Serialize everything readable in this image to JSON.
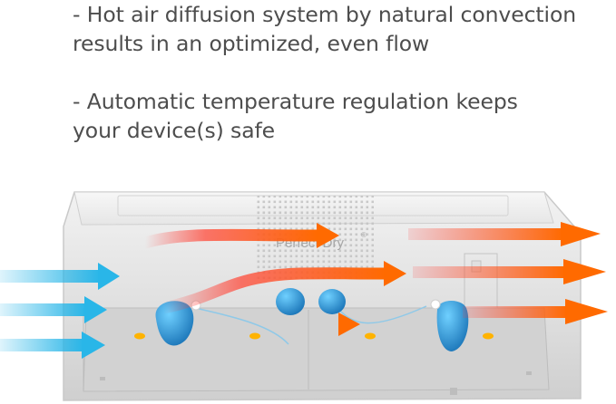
{
  "features": [
    {
      "text": "- Hot air diffusion system by natural convection\nresults in an optimized, even flow"
    },
    {
      "text": "- Automatic temperature regulation keeps\nyour device(s) safe"
    }
  ],
  "product": {
    "brand_label": "Perfect Dry",
    "trademark": "®"
  },
  "colors": {
    "text": "#4d4d4d",
    "cool_air": "#29b6e8",
    "hot_air": "#ff6a00",
    "hearing_aid": "#1f8fd0",
    "led": "#ffb300"
  },
  "icons": [
    "cool-air-arrow-icon",
    "hot-air-arrow-icon",
    "hearing-aid-icon",
    "indicator-led-icon"
  ]
}
